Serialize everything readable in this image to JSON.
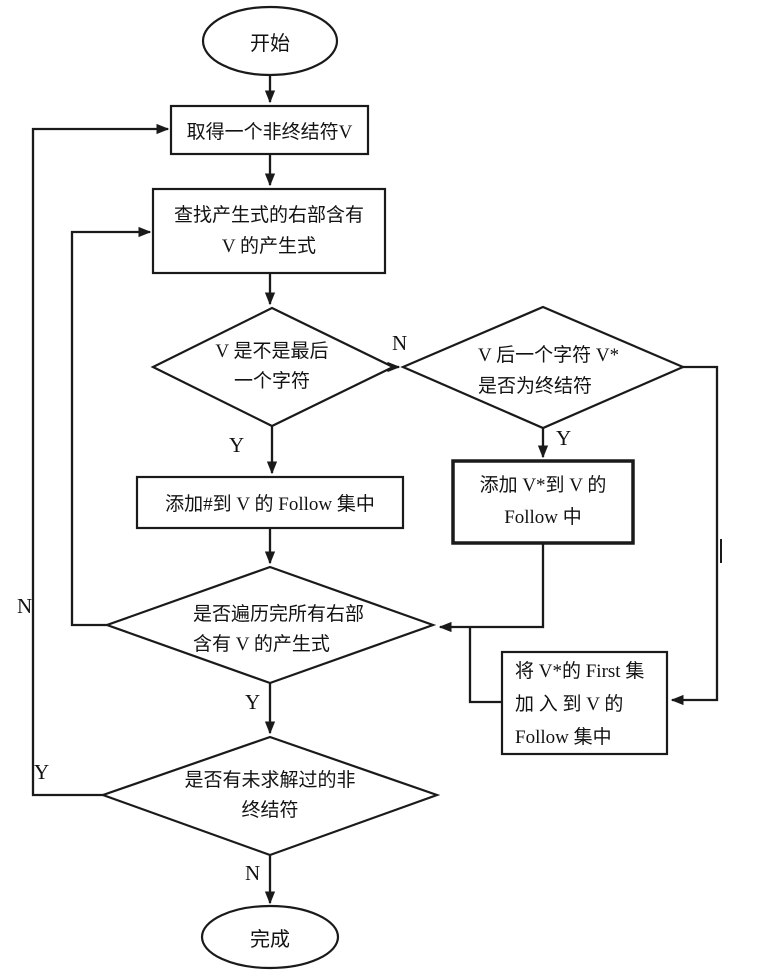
{
  "nodes": {
    "start": {
      "label": "开始"
    },
    "get_v": {
      "label": "取得一个非终结符V"
    },
    "find_prod": {
      "lines": [
        "查找产生式的右部含有",
        "V 的产生式"
      ]
    },
    "is_last": {
      "lines": [
        "V 是不是最后",
        "一个字符"
      ]
    },
    "next_terminal": {
      "lines": [
        "V 后一个字符 V*",
        "是否为终结符"
      ]
    },
    "add_hash": {
      "label": "添加#到 V 的 Follow 集中"
    },
    "add_vstar": {
      "lines": [
        "添加 V*到 V 的",
        "Follow 中"
      ]
    },
    "all_done": {
      "lines": [
        "是否遍历完所有右部",
        "含有 V 的产生式"
      ]
    },
    "add_first": {
      "lines": [
        "将 V*的 First 集",
        "加 入 到  V  的",
        "Follow 集中"
      ]
    },
    "unsolved": {
      "lines": [
        "是否有未求解过的非",
        "终结符"
      ]
    },
    "end": {
      "label": "完成"
    }
  },
  "edge_labels": {
    "n_to_next_check": "N",
    "y_is_last": "Y",
    "y_is_terminal": "Y",
    "y_all_done": "Y",
    "n_loop_inner": "N",
    "y_loop_outer": "Y",
    "n_finish": "N"
  },
  "colors": {
    "line": "#1a1a1a",
    "background": "#ffffff"
  }
}
